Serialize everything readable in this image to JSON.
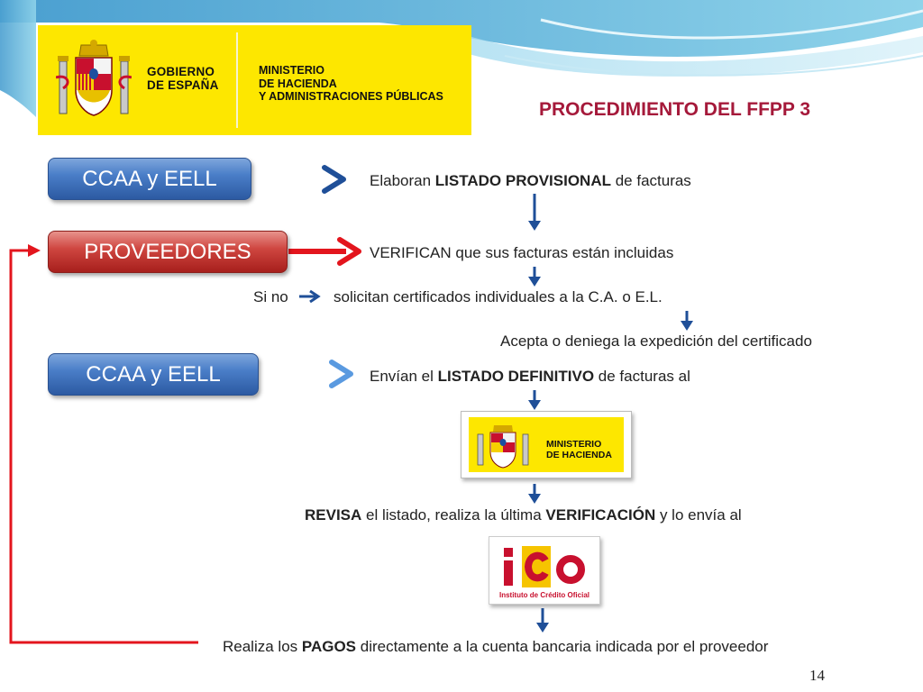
{
  "header": {
    "gobierno_line1": "GOBIERNO",
    "gobierno_line2": "DE ESPAÑA",
    "ministerio_line1": "MINISTERIO",
    "ministerio_line2": "DE HACIENDA",
    "ministerio_line3": "Y ADMINISTRACIONES PÚBLICAS",
    "title": "PROCEDIMIENTO DEL FFPP 3"
  },
  "actors": {
    "ccaa_1": "CCAA y EELL",
    "proveedores": "PROVEEDORES",
    "ccaa_2": "CCAA y EELL"
  },
  "steps": {
    "s1_pre": "Elaboran ",
    "s1_bold": "LISTADO PROVISIONAL",
    "s1_post": " de facturas",
    "s2": "VERIFICAN que sus facturas están incluidas",
    "s3_pre": "Si no",
    "s3_post": "solicitan certificados individuales a la C.A. o E.L.",
    "s4": "Acepta o deniega la expedición del certificado",
    "s5_pre": "Envían el ",
    "s5_bold": "LISTADO DEFINITIVO",
    "s5_post": " de facturas al",
    "s6_b1": "REVISA",
    "s6_mid": " el listado, realiza la última ",
    "s6_b2": "VERIFICACIÓN",
    "s6_post": " y lo envía al",
    "s7_pre": "Realiza los ",
    "s7_bold": "PAGOS",
    "s7_post": " directamente a la cuenta bancaria indicada por el proveedor"
  },
  "ministerio_logo": {
    "line1": "MINISTERIO",
    "line2": "DE HACIENDA"
  },
  "ico_logo": {
    "subtitle": "Instituto de Crédito Oficial"
  },
  "page_number": "14",
  "colors": {
    "title": "#a5193a",
    "blue_pill": "#2c5aa2",
    "red_pill": "#a71f1c",
    "arrow_blue": "#1f4f98",
    "arrow_red": "#e3151d",
    "spain_yellow": "#fde700"
  }
}
